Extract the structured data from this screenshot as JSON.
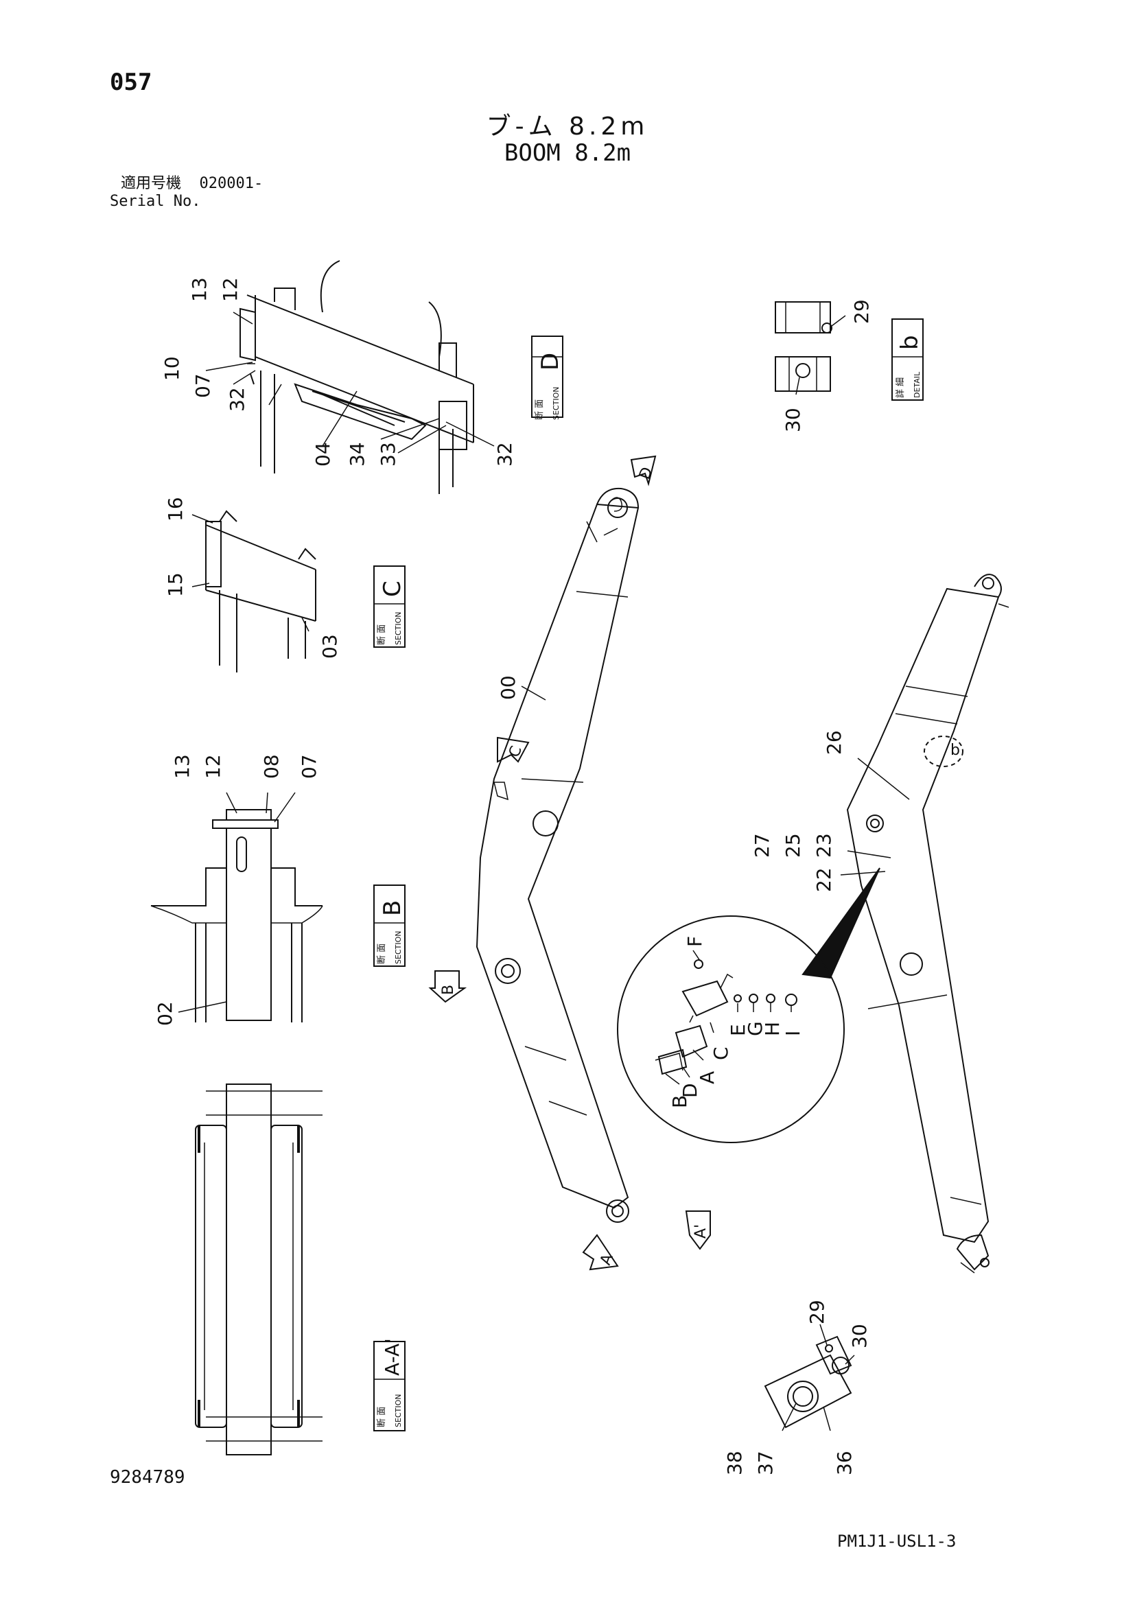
{
  "header": {
    "page_number": "057",
    "title_jp": "ブ-ム 8.2m",
    "title_en": "BOOM 8.2m",
    "serial_label_jp": "適用号機",
    "serial_value": "020001-",
    "serial_label_en": "Serial No."
  },
  "views": {
    "section_d": {
      "jp": "断 面",
      "en": "SECTION",
      "letter": "D"
    },
    "section_c": {
      "jp": "断 面",
      "en": "SECTION",
      "letter": "C"
    },
    "section_b": {
      "jp": "断 面",
      "en": "SECTION",
      "letter": "B"
    },
    "section_aa": {
      "jp": "断 面",
      "en": "SECTION",
      "letter": "A-A'"
    },
    "detail_b": {
      "jp": "詳 細",
      "en": "DETAIL",
      "letter": "b"
    }
  },
  "callouts": {
    "section_d": [
      "13",
      "12",
      "10",
      "07",
      "32",
      "04",
      "34",
      "33",
      "32"
    ],
    "section_c": [
      "16",
      "15",
      "03"
    ],
    "section_b": [
      "13",
      "12",
      "08",
      "07",
      "02"
    ],
    "detail_b": [
      "29",
      "30"
    ],
    "main_left": [
      "00"
    ],
    "main_right": [
      "26",
      "27",
      "25",
      "23",
      "22"
    ],
    "bottom_detail": [
      "29",
      "30",
      "38",
      "37",
      "36"
    ],
    "grease_fitting": [
      "F",
      "E",
      "G",
      "H",
      "I",
      "C",
      "A",
      "D",
      "B"
    ]
  },
  "markers": {
    "d": "D",
    "c": "C",
    "b": "B",
    "a": "A",
    "a_prime": "A'",
    "detail_b": "b"
  },
  "footer": {
    "drawing_number": "9284789",
    "sheet_code": "PM1J1-USL1-3"
  }
}
